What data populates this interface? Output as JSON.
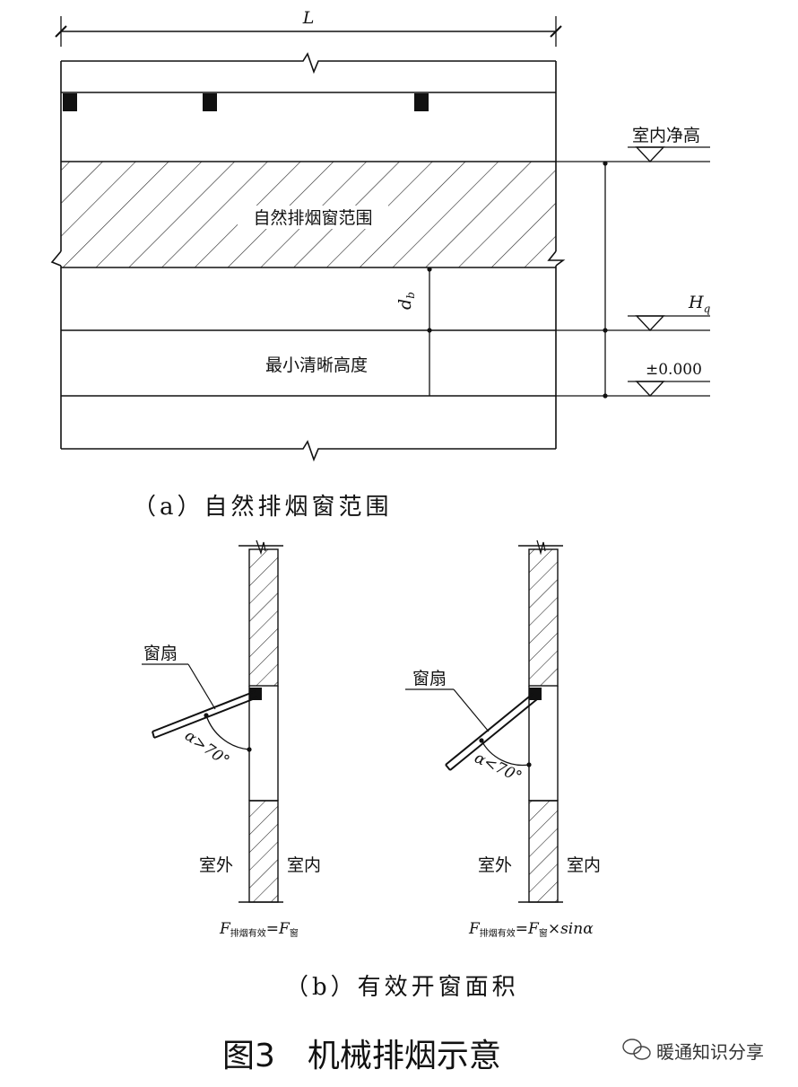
{
  "figure_a": {
    "dim_width": "L",
    "hatched_zone_label": "自然排烟窗范围",
    "min_clear_height_label": "最小清晰高度",
    "clear_height_label": "室内净高",
    "h_label_main": "H",
    "h_label_sub": "q",
    "d_label_main": "d",
    "d_label_sub": "b",
    "zero_level_label": "±0.000",
    "caption": "（a）自然排烟窗范围"
  },
  "figure_b": {
    "left": {
      "sash_label": "窗扇",
      "angle_label": "α>70°",
      "outdoor_label": "室外",
      "indoor_label": "室内",
      "formula_lhs": "F",
      "formula_sub": "排烟有效",
      "formula_eq": "=F",
      "formula_sub2": "窗",
      "formula_tail": ""
    },
    "right": {
      "sash_label": "窗扇",
      "angle_label": "α<70°",
      "outdoor_label": "室外",
      "indoor_label": "室内",
      "formula_lhs": "F",
      "formula_sub": "排烟有效",
      "formula_eq": "=F",
      "formula_sub2": "窗",
      "formula_tail": "×sinα"
    },
    "caption": "（b）有效开窗面积"
  },
  "figure_title": "图3　机械排烟示意",
  "watermark": "暖通知识分享"
}
